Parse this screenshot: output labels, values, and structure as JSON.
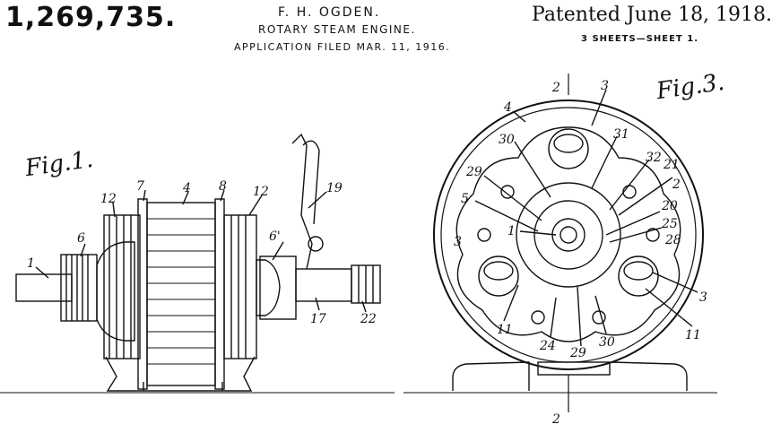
{
  "header": {
    "patent_number": "1,269,735.",
    "inventor": "F. H. OGDEN.",
    "title": "ROTARY STEAM ENGINE.",
    "application": "APPLICATION FILED MAR. 11, 1916.",
    "patented": "Patented June 18, 1918.",
    "sheets": "3 SHEETS—SHEET 1."
  },
  "figures": {
    "fig1_label": "Fig.1.",
    "fig3_label": "Fig.3."
  },
  "fig1_refs": [
    "1",
    "6",
    "12",
    "7",
    "4",
    "8",
    "12",
    "19",
    "6'",
    "17",
    "22"
  ],
  "fig3_refs": [
    "2",
    "3",
    "4",
    "30",
    "31",
    "32",
    "21",
    "2",
    "29",
    "5",
    "20",
    "1",
    "25",
    "3",
    "28",
    "3",
    "11",
    "24",
    "29",
    "30",
    "11",
    "2"
  ]
}
